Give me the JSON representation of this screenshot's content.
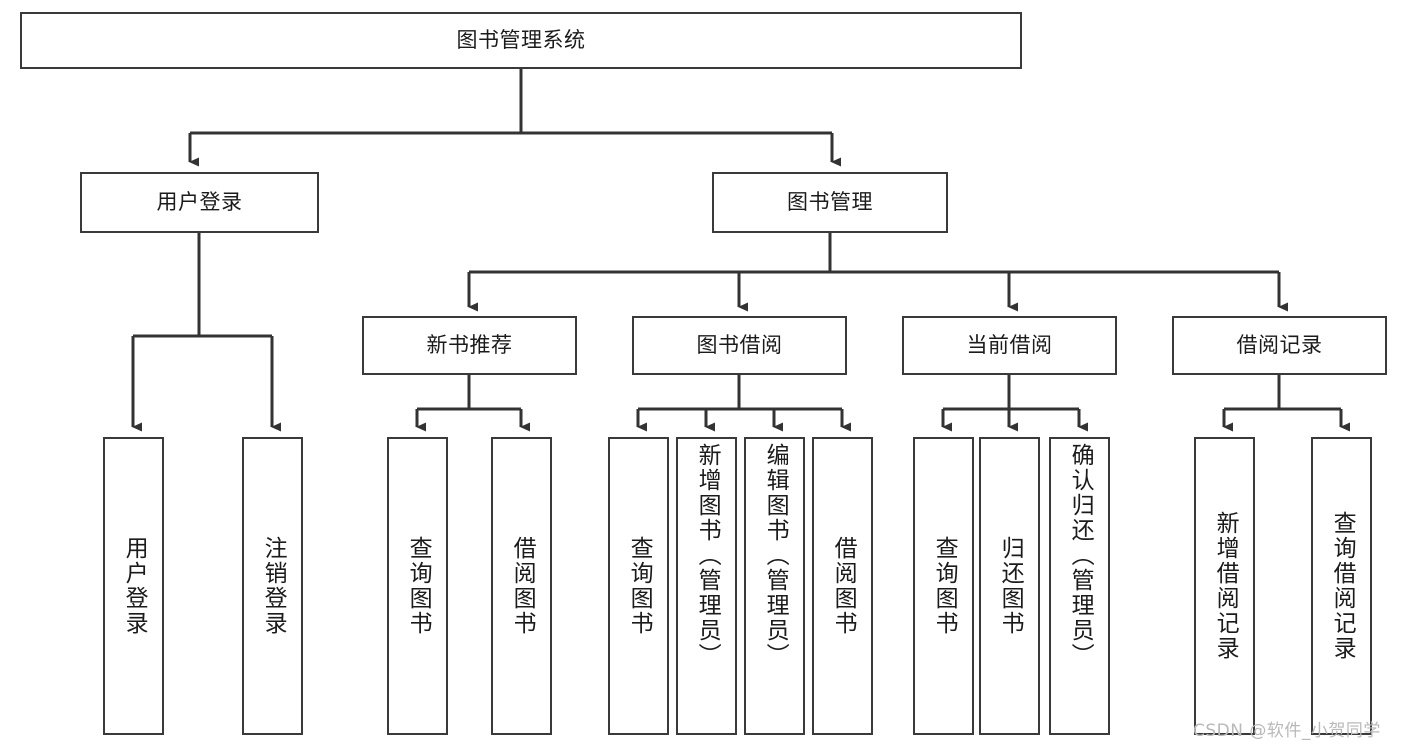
{
  "diagram": {
    "type": "tree-hierarchy",
    "title": "图书管理系统",
    "watermark": "CSDN @软件_小贺同学",
    "style": {
      "box_border_color": "#3a3a3a",
      "box_fill_color": "#ffffff",
      "connector_color": "#333333",
      "text_color": "#1b1b1b",
      "watermark_color": "#b9b9b9",
      "background": "#ffffff"
    },
    "nodes": {
      "root": {
        "label": "图书管理系统",
        "level": 0
      },
      "level1": [
        {
          "id": "user-login",
          "label": "用户登录"
        },
        {
          "id": "book-manage",
          "label": "图书管理"
        }
      ],
      "level2": [
        {
          "id": "new-book-recommend",
          "label": "新书推荐"
        },
        {
          "id": "book-borrow",
          "label": "图书借阅"
        },
        {
          "id": "current-borrow",
          "label": "当前借阅"
        },
        {
          "id": "borrow-record",
          "label": "借阅记录"
        }
      ],
      "leaves": {
        "user-login": [
          {
            "id": "leaf-user-login",
            "label": "用户登录"
          },
          {
            "id": "leaf-logout-login",
            "label": "注销登录"
          }
        ],
        "new-book-recommend": [
          {
            "id": "leaf-query-book-1",
            "label": "查询图书"
          },
          {
            "id": "leaf-borrow-book-1",
            "label": "借阅图书"
          }
        ],
        "book-borrow": [
          {
            "id": "leaf-query-book-2",
            "label": "查询图书"
          },
          {
            "id": "leaf-add-book-admin",
            "label": "新增图书（管理员）"
          },
          {
            "id": "leaf-edit-book-admin",
            "label": "编辑图书（管理员）"
          },
          {
            "id": "leaf-borrow-book-2",
            "label": "借阅图书"
          }
        ],
        "current-borrow": [
          {
            "id": "leaf-query-book-3",
            "label": "查询图书"
          },
          {
            "id": "leaf-return-book",
            "label": "归还图书"
          },
          {
            "id": "leaf-confirm-return-admin",
            "label": "确认归还（管理员）"
          }
        ],
        "borrow-record": [
          {
            "id": "leaf-add-borrow-record",
            "label": "新增借阅记录"
          },
          {
            "id": "leaf-query-borrow-record",
            "label": "查询借阅记录"
          }
        ]
      }
    }
  }
}
